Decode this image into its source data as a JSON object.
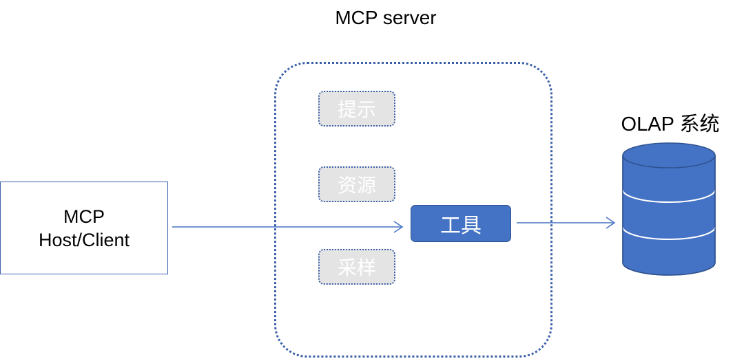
{
  "server": {
    "title": "MCP server"
  },
  "host": {
    "line1": "MCP",
    "line2": "Host/Client"
  },
  "capabilities": {
    "prompts": "提示",
    "resources": "资源",
    "tools": "工具",
    "sampling": "采样"
  },
  "olap": {
    "label": "OLAP 系统"
  },
  "colors": {
    "accent": "#4472c4",
    "border": "#2f528f",
    "inactive_fill": "#e4e4e4",
    "dotted_border": "#3a5fa8"
  }
}
